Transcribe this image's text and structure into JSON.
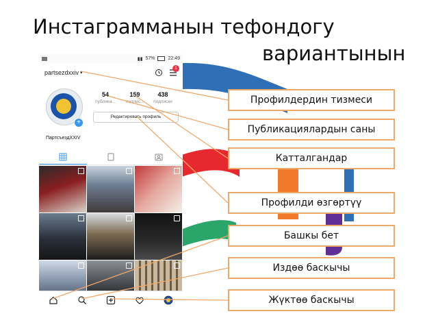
{
  "slide": {
    "title_line1": "Инстаграмманын тефондогу",
    "title_line2": "вариантынын"
  },
  "phone": {
    "status": {
      "battery": "57%",
      "time": "22:49"
    },
    "username": "partsezdxxiv",
    "notification_count": "1",
    "stats": [
      {
        "number": "54",
        "label": "публика..."
      },
      {
        "number": "159",
        "label": "подпис..."
      },
      {
        "number": "438",
        "label": "подписки"
      }
    ],
    "edit_profile_label": "Редактировать профиль",
    "profile_name": "ПартсъездXXIV",
    "tabs": [
      {
        "icon": "grid-icon",
        "active": true
      },
      {
        "icon": "list-icon",
        "active": false
      },
      {
        "icon": "tagged-icon",
        "active": false
      }
    ],
    "bottom_nav": [
      "home-icon",
      "search-icon",
      "add-post-icon",
      "heart-icon",
      "profile-avatar-icon"
    ]
  },
  "callouts": [
    {
      "label": "Профилдердин тизмеси"
    },
    {
      "label": "Публикациялардын саны"
    },
    {
      "label": "Катталгандар"
    },
    {
      "label": "Профилди өзгөртүү"
    },
    {
      "label": "Башкы бет"
    },
    {
      "label": "Издөө баскычы"
    },
    {
      "label": "Жүктөө баскычы"
    }
  ],
  "colors": {
    "callout_border": "#f0a868",
    "connector_line": "#f0a868",
    "instagram_blue": "#3897f0",
    "deco_blue": "#2e6fb5",
    "deco_red": "#e8282f",
    "deco_purple": "#5f2e97",
    "deco_orange": "#f07a2a",
    "deco_green": "#2aa66a"
  }
}
